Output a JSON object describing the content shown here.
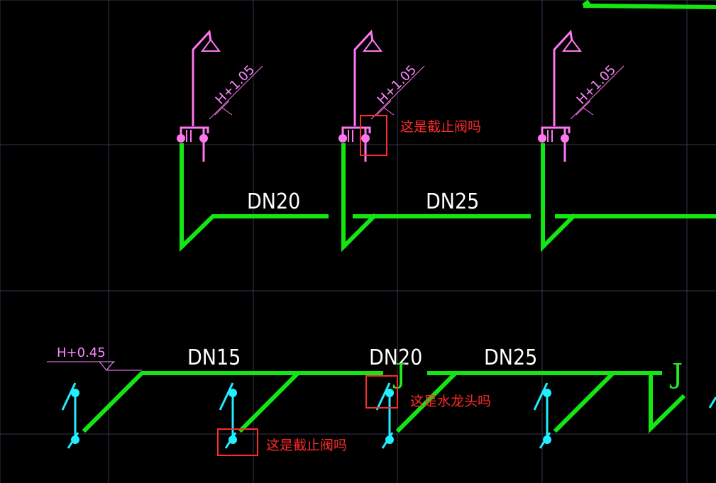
{
  "colors": {
    "background": "#000000",
    "grid": "#3a3550",
    "pipe": "#14e614",
    "shower": "#ff77ee",
    "faucet": "#22eeff",
    "annotation": "#ff2a2a",
    "label": "#ffffff"
  },
  "top_row": {
    "pipe_labels": [
      "DN20",
      "DN25"
    ],
    "elevation_labels": [
      "H+1.05",
      "H+1.05",
      "H+1.05"
    ],
    "annotation": "这是截止阀吗"
  },
  "bottom_row": {
    "elevation_label": "H+0.45",
    "pipe_labels": [
      "DN15",
      "DN20",
      "DN25"
    ],
    "j_marks": [
      "J",
      "J"
    ],
    "annotation_faucet": "这是水龙头吗",
    "annotation_valve": "这是截止阀吗"
  },
  "icons": [
    "shower-head-icon",
    "faucet-icon",
    "stop-valve-icon"
  ]
}
